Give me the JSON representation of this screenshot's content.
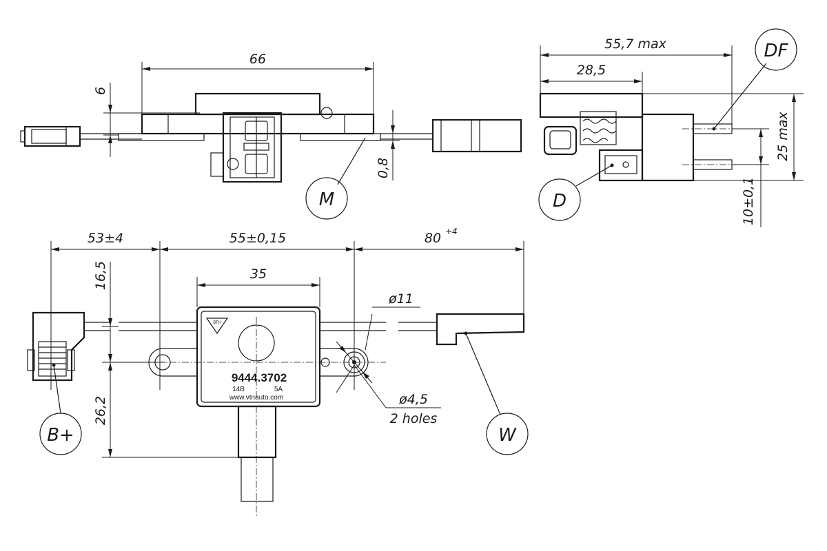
{
  "dimensions": {
    "top_width": "66",
    "top_cable_height": "6",
    "top_thickness": "0,8",
    "side_overall": "55,7 max",
    "side_partial": "28,5",
    "side_height": "25 max",
    "side_offset": "10±0,1",
    "bottom_left_lead": "53±4",
    "bottom_hole_spacing": "55±0,15",
    "bottom_right_lead": "80",
    "bottom_right_lead_tol": "+4",
    "bottom_body_width": "35",
    "bottom_top_offset": "16,5",
    "bottom_lower_offset": "26,2",
    "hole_outer": "ø11",
    "hole_inner": "ø4,5",
    "hole_count": "2 holes"
  },
  "callouts": {
    "m": "M",
    "df": "DF",
    "d": "D",
    "b_plus": "B+",
    "w": "W"
  },
  "body_label": {
    "part_number": "9444.3702",
    "voltage": "14B",
    "current": "5A",
    "website": "www.vtnauto.com",
    "logo_text": "ВТН"
  }
}
